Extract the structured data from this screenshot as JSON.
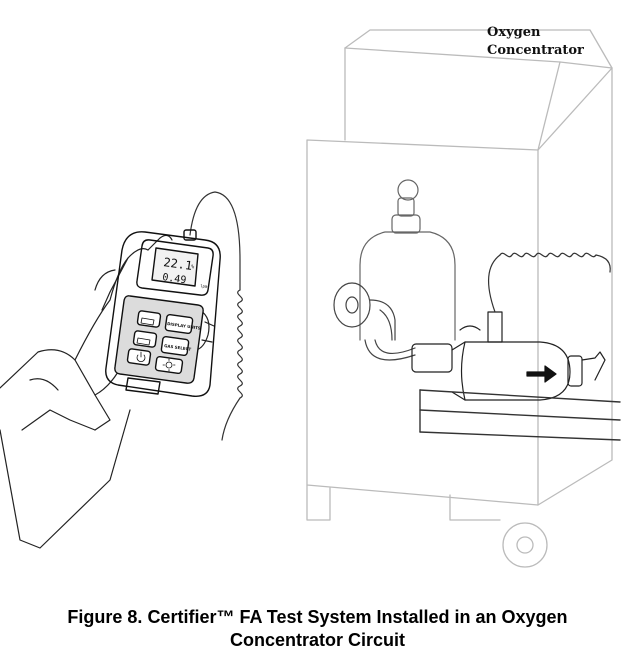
{
  "figure": {
    "caption_line1": "Figure 8. Certifier™ FA Test System Installed in an Oxygen",
    "caption_line2": "Concentrator Circuit"
  },
  "callout": {
    "line1": "Oxygen",
    "line2": "Concentrator"
  },
  "meter": {
    "reading_top": "22.1",
    "reading_bottom": "0.49",
    "unit_top": "%",
    "unit_bottom": "lpm",
    "keys": [
      "DISPLAY UNITS",
      "GAS SELECT"
    ]
  }
}
